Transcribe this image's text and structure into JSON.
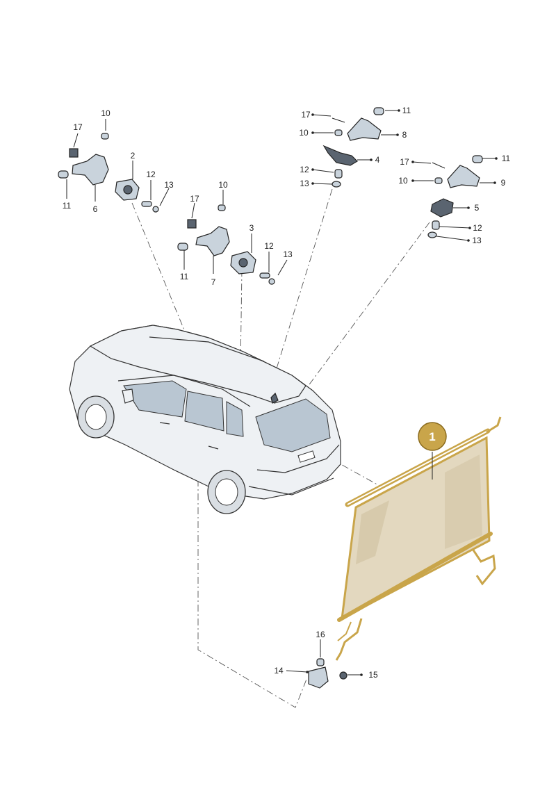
{
  "colors": {
    "highlight": "#c9a54a",
    "highlight_stroke": "#8a6b1e",
    "blind_fabric": "#e3d8bf",
    "part_fill": "#c9d3dc",
    "line": "#222222"
  },
  "highlighted_part": "1",
  "callouts": {
    "g1": {
      "l10": "10",
      "l17": "17",
      "l2": "2",
      "l12": "12",
      "l13": "13",
      "l11": "11",
      "l6": "6"
    },
    "g2": {
      "l17": "17",
      "l10": "10",
      "l3": "3",
      "l12": "12",
      "l13": "13",
      "l11": "11",
      "l7": "7"
    },
    "g3": {
      "l17": "17",
      "l11": "11",
      "l10": "10",
      "l8": "8",
      "l4": "4",
      "l12": "12",
      "l13": "13"
    },
    "g4": {
      "l17": "17",
      "l11": "11",
      "l10": "10",
      "l9": "9",
      "l5": "5",
      "l12": "12",
      "l13": "13"
    },
    "g5": {
      "l16": "16",
      "l14": "14",
      "l15": "15"
    }
  }
}
